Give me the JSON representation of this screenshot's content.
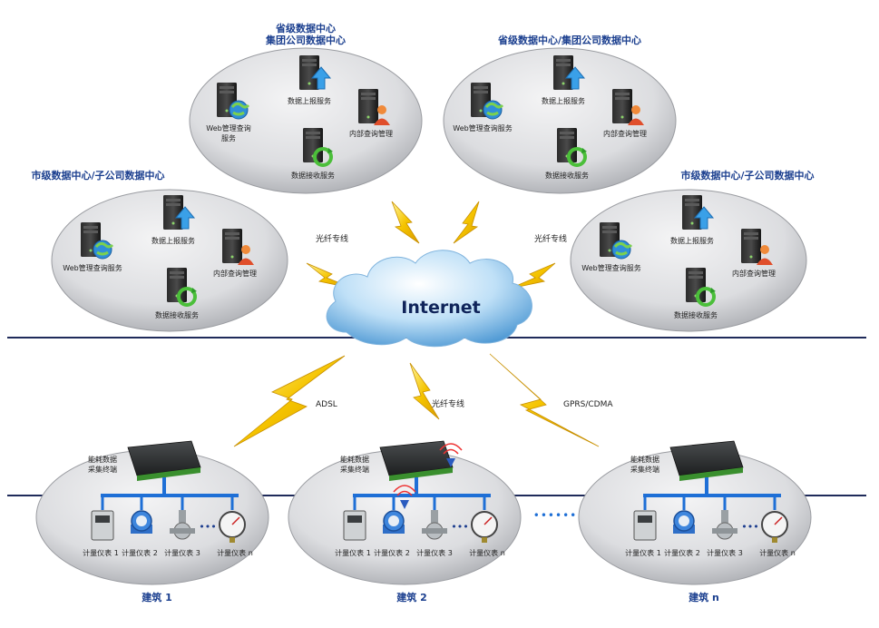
{
  "centers": [
    {
      "title_lines": [
        "省级数据中心",
        "集团公司数据中心"
      ],
      "services": {
        "web": [
          "Web管理查询",
          "服务"
        ],
        "upload": "数据上报服务",
        "internal": "内部查询管理",
        "receive": "数据接收服务"
      }
    },
    {
      "title_lines": [
        "省级数据中心/集团公司数据中心"
      ],
      "services": {
        "web": [
          "Web管理查询服务"
        ],
        "upload": "数据上报服务",
        "internal": "内部查询管理",
        "receive": "数据接收服务"
      }
    },
    {
      "title_lines": [
        "市级数据中心/子公司数据中心"
      ],
      "services": {
        "web": [
          "Web管理查询服务"
        ],
        "upload": "数据上报服务",
        "internal": "内部查询管理",
        "receive": "数据接收服务"
      }
    },
    {
      "title_lines": [
        "市级数据中心/子公司数据中心"
      ],
      "services": {
        "web": [
          "Web管理查询服务"
        ],
        "upload": "数据上报服务",
        "internal": "内部查询管理",
        "receive": "数据接收服务"
      }
    }
  ],
  "internet": {
    "label": "Internet"
  },
  "links": {
    "fiber_left": "光纤专线",
    "fiber_right": "光纤专线",
    "adsl": "ADSL",
    "fiber_center": "光纤专线",
    "gprs": "GPRS/CDMA"
  },
  "buildings": [
    {
      "terminal": [
        "能耗数据",
        "采集终端"
      ],
      "meters": [
        "计量仪表 1",
        "计量仪表 2",
        "计量仪表 3",
        "计量仪表 n"
      ],
      "name": "建筑 1"
    },
    {
      "terminal": [
        "能耗数据",
        "采集终端"
      ],
      "meters": [
        "计量仪表 1",
        "计量仪表 2",
        "计量仪表 3",
        "计量仪表 n"
      ],
      "name": "建筑 2"
    },
    {
      "terminal": [
        "能耗数据",
        "采集终端"
      ],
      "meters": [
        "计量仪表 1",
        "计量仪表 2",
        "计量仪表 3",
        "计量仪表 n"
      ],
      "name": "建筑 n"
    }
  ],
  "meter_ellipsis": "•••",
  "building_ellipsis": "••••••",
  "colors": {
    "title_blue": "#1b3f8f",
    "line_navy": "#1f2b5a",
    "pipe_blue": "#1e6fd6",
    "bolt_yellow": "#f5c400",
    "ellipse_fill": "#d9dadd"
  }
}
